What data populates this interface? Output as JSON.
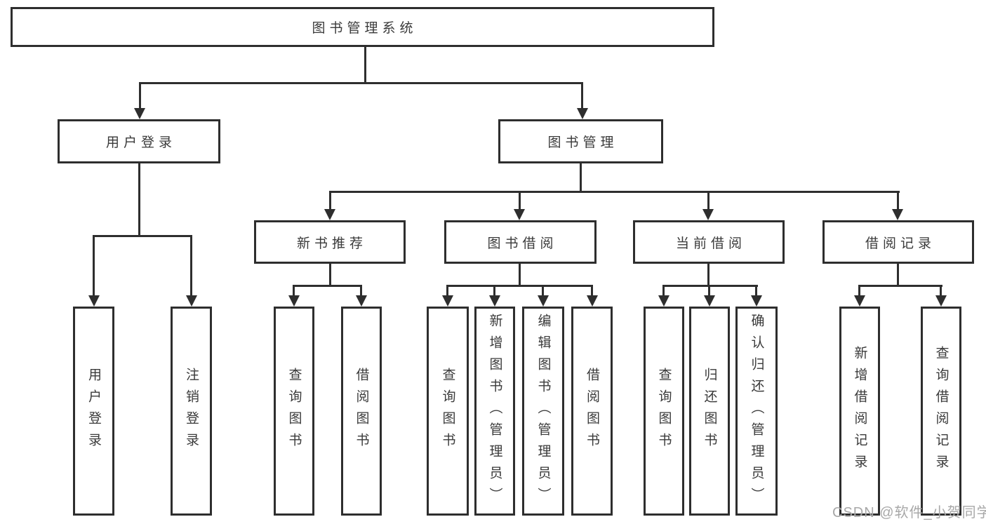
{
  "diagram": {
    "root": {
      "label": "图书管理系统"
    },
    "branches": [
      {
        "label": "用户登录",
        "children": [
          {
            "label": "用户登录"
          },
          {
            "label": "注销登录"
          }
        ]
      },
      {
        "label": "图书管理",
        "children": [
          {
            "label": "新书推荐",
            "children": [
              {
                "label": "查询图书"
              },
              {
                "label": "借阅图书"
              }
            ]
          },
          {
            "label": "图书借阅",
            "children": [
              {
                "label": "查询图书"
              },
              {
                "label": "新增图书（管理员）"
              },
              {
                "label": "编辑图书（管理员）"
              },
              {
                "label": "借阅图书"
              }
            ]
          },
          {
            "label": "当前借阅",
            "children": [
              {
                "label": "查询图书"
              },
              {
                "label": "归还图书"
              },
              {
                "label": "确认归还（管理员）"
              }
            ]
          },
          {
            "label": "借阅记录",
            "children": [
              {
                "label": "新增借阅记录"
              },
              {
                "label": "查询借阅记录"
              }
            ]
          }
        ]
      }
    ],
    "watermark": "CSDN @软件_小贺同学",
    "colors": {
      "line": "#2e2e2e",
      "text": "#3a3a3a",
      "box_fill": "#ffffff",
      "watermark": "#a8a8a8",
      "background": "#ffffff"
    }
  }
}
